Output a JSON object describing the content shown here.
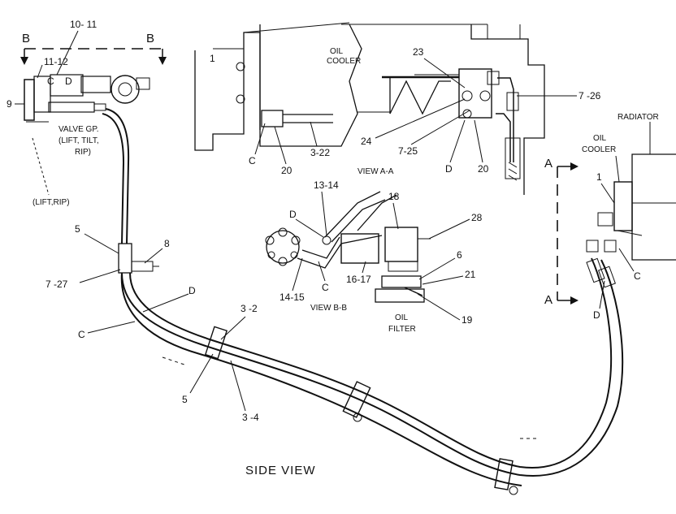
{
  "section_marks": {
    "b_left": "B",
    "b_right": "B",
    "a_top": "A",
    "a_bottom": "A"
  },
  "view_titles": {
    "view_aa": "VIEW  A-A",
    "view_bb": "VIEW  B-B",
    "side_view": "SIDE  VIEW"
  },
  "components": {
    "oil_cooler_top": [
      "OIL",
      "COOLER"
    ],
    "valve_group": [
      "VALVE  GP.",
      "(LIFT,  TILT,",
      "RIP)"
    ],
    "lift_rip": "(LIFT,RIP)",
    "radiator": "RADIATOR",
    "oil_cooler_right": [
      "OIL",
      "COOLER"
    ],
    "oil_filter": [
      "OIL",
      "FILTER"
    ]
  },
  "callouts": {
    "c10_11": "10- 11",
    "c11_12": "11-12",
    "c9": "9",
    "cC_valve": "C",
    "cD_valve": "D",
    "c1_top": "1",
    "c23": "23",
    "c7_26": "7 -26",
    "c24": "24",
    "c7_25": "7-25",
    "cC_aa": "C",
    "c20_left": "20",
    "c3_22": "3-22",
    "cD_aa": "D",
    "c20_right": "20",
    "c13_14": "13-14",
    "c18": "18",
    "c28": "28",
    "cD_bb": "D",
    "c6": "6",
    "c21": "21",
    "c14_15": "14-15",
    "cC_bb": "C",
    "c16_17": "16-17",
    "c19": "19",
    "c5_top": "5",
    "c8": "8",
    "c7_27": "7 -27",
    "cD_side": "D",
    "cC_side": "C",
    "c3_2": "3 -2",
    "c5_bottom": "5",
    "c3_4": "3 -4",
    "c1_right": "1",
    "cC_right": "C",
    "cD_right": "D"
  }
}
